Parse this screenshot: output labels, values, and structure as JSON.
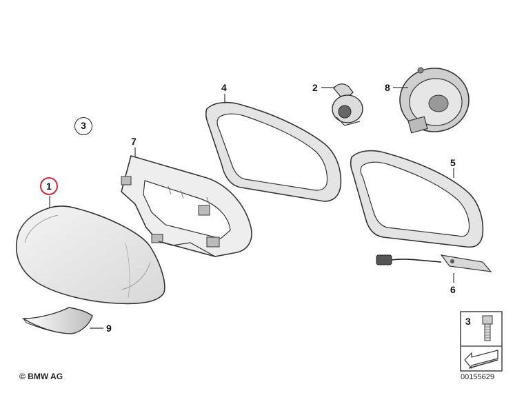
{
  "diagram": {
    "callouts": {
      "p1": "1",
      "p2": "2",
      "p3_circle": "3",
      "p3_box": "3",
      "p4": "4",
      "p5": "5",
      "p6": "6",
      "p7": "7",
      "p8": "8",
      "p9": "9"
    },
    "copyright": "© BMW AG",
    "document_number": "00155629",
    "highlight_color": "#d0263a",
    "line_color": "#333333"
  }
}
